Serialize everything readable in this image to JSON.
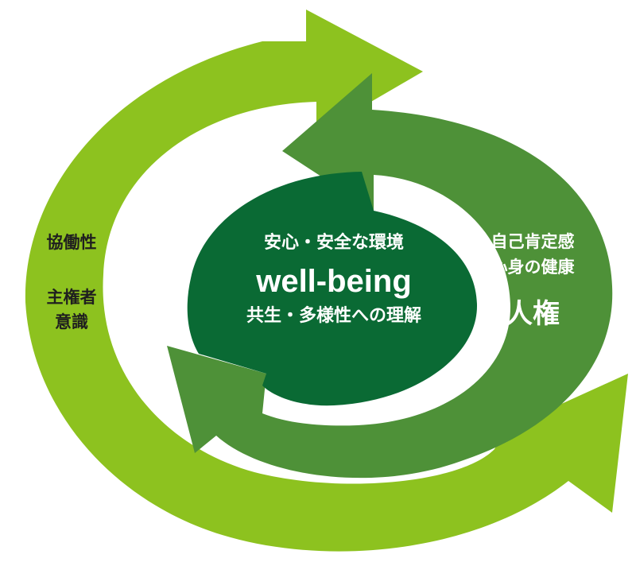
{
  "colors": {
    "outer_arrow": "#8dc21f",
    "middle_arrow": "#4e9138",
    "center": "#0a6a34",
    "text_dark": "#1f1f1f",
    "text_light": "#ffffff",
    "background": "#ffffff"
  },
  "center": {
    "line1": "安心・安全な環境",
    "line2": "well-being",
    "line3": "共生・多様性への理解"
  },
  "left": {
    "label1": "協働性",
    "label2": "主権者",
    "label3": "意識"
  },
  "right": {
    "line1": "自己肯定感",
    "line2": "心身の健康",
    "line3": "人権"
  }
}
